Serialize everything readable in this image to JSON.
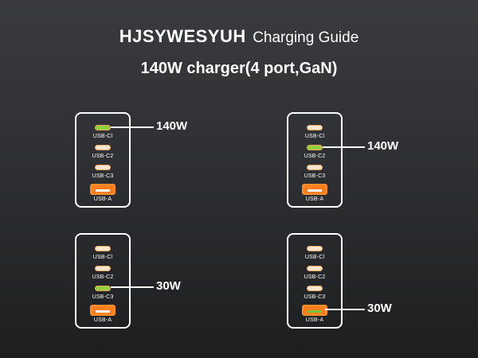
{
  "header": {
    "brand": "HJSYWESYUH",
    "guide": "Charging Guide",
    "subtitle": "140W charger(4 port,GaN)"
  },
  "port_labels": [
    "USB-Cl",
    "USB-C2",
    "USB-C3",
    "USB-A"
  ],
  "colors": {
    "active_port": "#8fd13f",
    "inactive_port": "#fde6cf",
    "port_outline": "#f5a65b",
    "usb_a": "#ff7f1e"
  },
  "diagrams": [
    {
      "active_port": "USB-C1",
      "power": "140W"
    },
    {
      "active_port": "USB-C2",
      "power": "140W"
    },
    {
      "active_port": "USB-C3",
      "power": "30W"
    },
    {
      "active_port": "USB-A",
      "power": "30W"
    }
  ]
}
